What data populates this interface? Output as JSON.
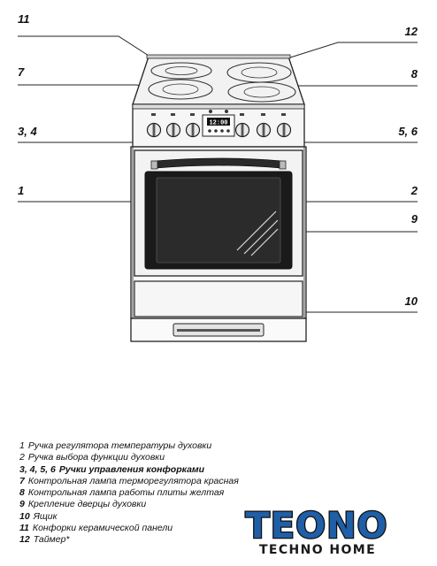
{
  "callouts": {
    "c11": "11",
    "c12": "12",
    "c7": "7",
    "c8": "8",
    "c34": "3, 4",
    "c56": "5, 6",
    "c1": "1",
    "c2": "2",
    "c9": "9",
    "c10": "10"
  },
  "timer_display": "12:00",
  "legend": [
    {
      "num": "1",
      "text": "Ручка регулятора температуры духовки",
      "bold": false
    },
    {
      "num": "2",
      "text": "Ручка выбора функции духовки",
      "bold": false
    },
    {
      "num": "3, 4, 5, 6",
      "text": "Ручки управления конфорками",
      "bold": true
    },
    {
      "num": "7",
      "text": "Контрольная лампа терморегулятора красная",
      "bold": false
    },
    {
      "num": "8",
      "text": "Контрольная лампа работы плиты  желтая",
      "bold": false
    },
    {
      "num": "9",
      "text": "Крепление дверцы духовки",
      "bold": false
    },
    {
      "num": "10",
      "text": "Ящик",
      "bold": false
    },
    {
      "num": "11",
      "text": "Конфорки керамической панели",
      "bold": false
    },
    {
      "num": "12",
      "text": "Таймер*",
      "bold": false
    }
  ],
  "logo": {
    "brand": "TEONO",
    "subtitle": "TECHNO HOME",
    "brand_fill": "#1f5fa8",
    "accent": "#111111"
  }
}
